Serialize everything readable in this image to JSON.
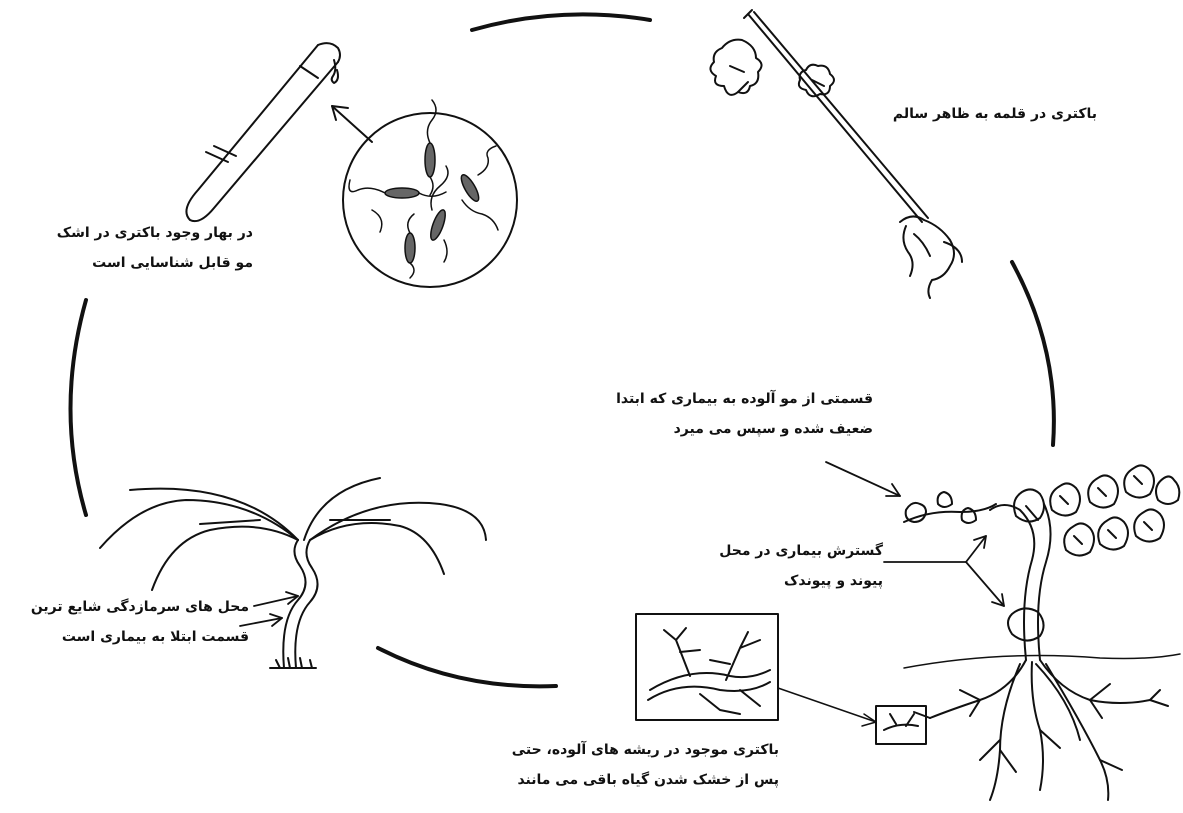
{
  "labels": {
    "top_right": [
      "باکتری در قلمه به ظاهر سالم"
    ],
    "top_left": [
      "در بهار وجود باکتری در اشک",
      "مو قابل شناسایی است"
    ],
    "middle_right": [
      "قسمتی از مو آلوده به بیماری که ابتدا",
      "ضعیف شده و سپس می میرد"
    ],
    "graft_union": [
      "گسترش بیماری در محل",
      "پیوند و پیوندک"
    ],
    "bottom_left": [
      "محل های سرمازدگی شایع ترین",
      "قسمت ابتلا به بیماری است"
    ],
    "bottom_center": [
      "باکتری موجود در ریشه های آلوده، حتی",
      "پس از خشک شدن گیاه باقی می مانند"
    ]
  },
  "colors": {
    "ink": "#111111",
    "background": "#ffffff"
  }
}
